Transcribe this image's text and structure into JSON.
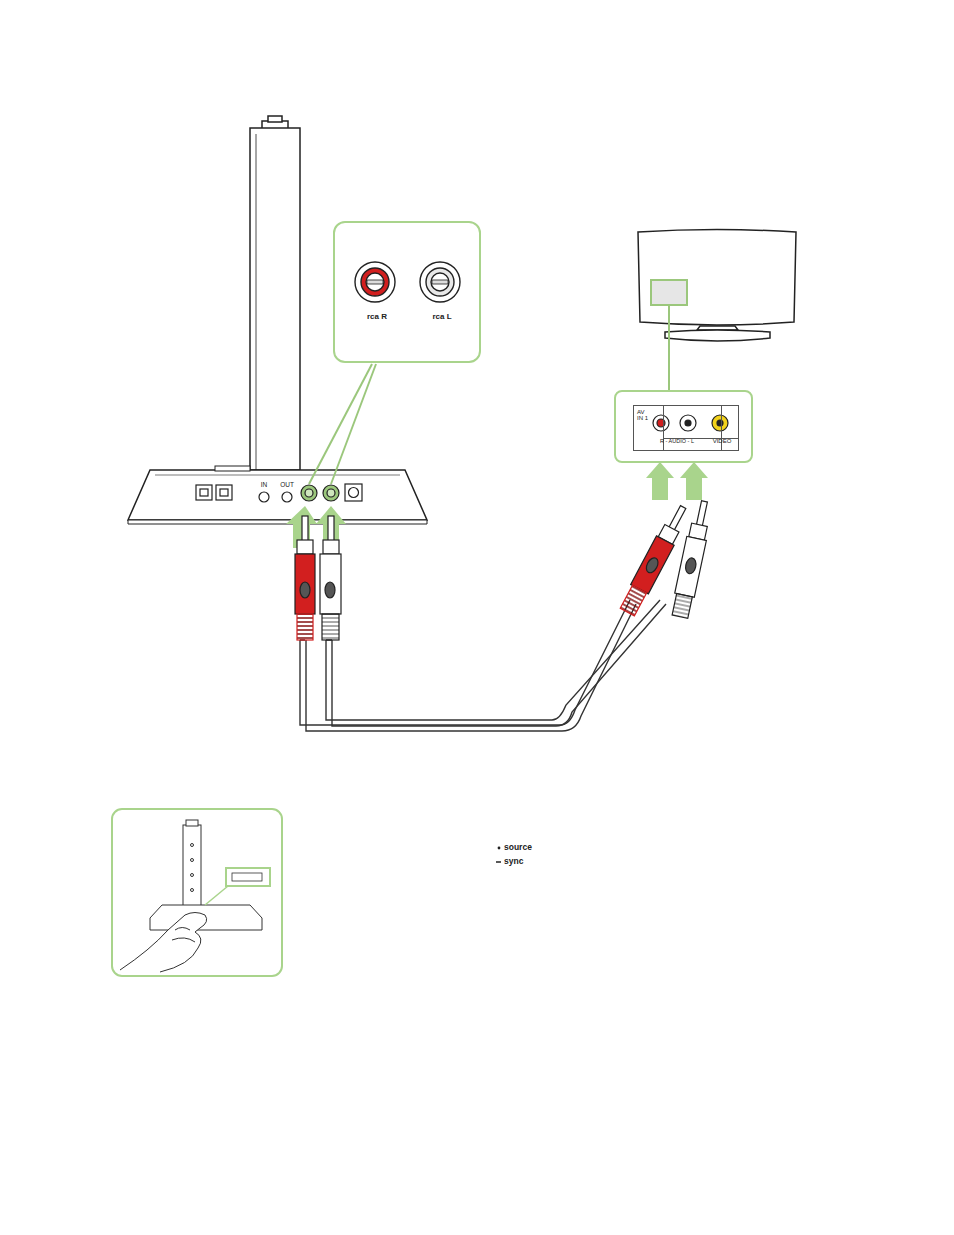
{
  "diagram": {
    "nodes": [
      {
        "text": [
          "rca R",
          "rca L"
        ]
      },
      {
        "text": [
          "IN",
          "OUT"
        ]
      },
      {
        "text": [
          "AV IN 1",
          "R - AUDIO - L",
          "VIDEO"
        ]
      }
    ],
    "labels": [
      "source",
      "sync"
    ]
  }
}
